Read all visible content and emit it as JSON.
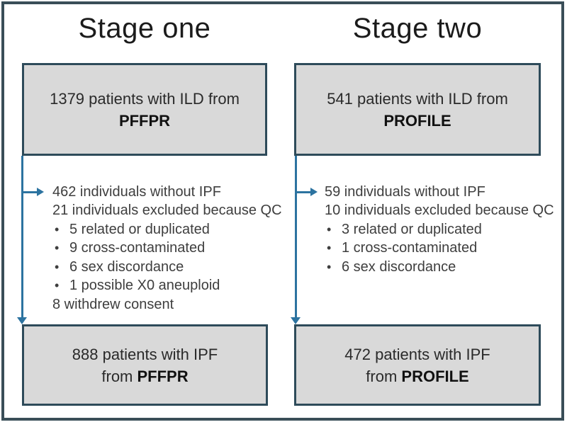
{
  "theme": {
    "frame_border": "#3a4e58",
    "box_border": "#2e4b5a",
    "box_fill": "#d9d9d9",
    "arrow": "#2c73a0",
    "title_color": "#1b1b1b",
    "box_text": "#2a2a2a",
    "list_text": "#3e3e3e"
  },
  "columns": [
    {
      "title": "Stage one",
      "top_box": {
        "line1": "1379 patients with ILD from",
        "line2_normal": "",
        "line2_bold": "PFFPR"
      },
      "exclusions": [
        {
          "bullet": "",
          "text": "462 individuals without IPF"
        },
        {
          "bullet": "",
          "text": "21 individuals excluded because QC"
        },
        {
          "bullet": "•",
          "text": "5 related or duplicated"
        },
        {
          "bullet": "•",
          "text": "9 cross-contaminated"
        },
        {
          "bullet": "•",
          "text": "6 sex discordance"
        },
        {
          "bullet": "•",
          "text": "1 possible X0 aneuploid"
        },
        {
          "bullet": "",
          "text": "8 withdrew consent"
        }
      ],
      "bottom_box": {
        "line1": "888 patients with IPF",
        "line2_normal": "from ",
        "line2_bold": "PFFPR"
      }
    },
    {
      "title": "Stage two",
      "top_box": {
        "line1": "541 patients with ILD from",
        "line2_normal": "",
        "line2_bold": "PROFILE"
      },
      "exclusions": [
        {
          "bullet": "",
          "text": "59 individuals without IPF"
        },
        {
          "bullet": "",
          "text": "10 individuals excluded because QC"
        },
        {
          "bullet": "•",
          "text": "3 related or duplicated"
        },
        {
          "bullet": "•",
          "text": "1 cross-contaminated"
        },
        {
          "bullet": "•",
          "text": "6 sex discordance"
        }
      ],
      "bottom_box": {
        "line1": "472 patients with IPF",
        "line2_normal": "from ",
        "line2_bold": "PROFILE"
      }
    }
  ]
}
